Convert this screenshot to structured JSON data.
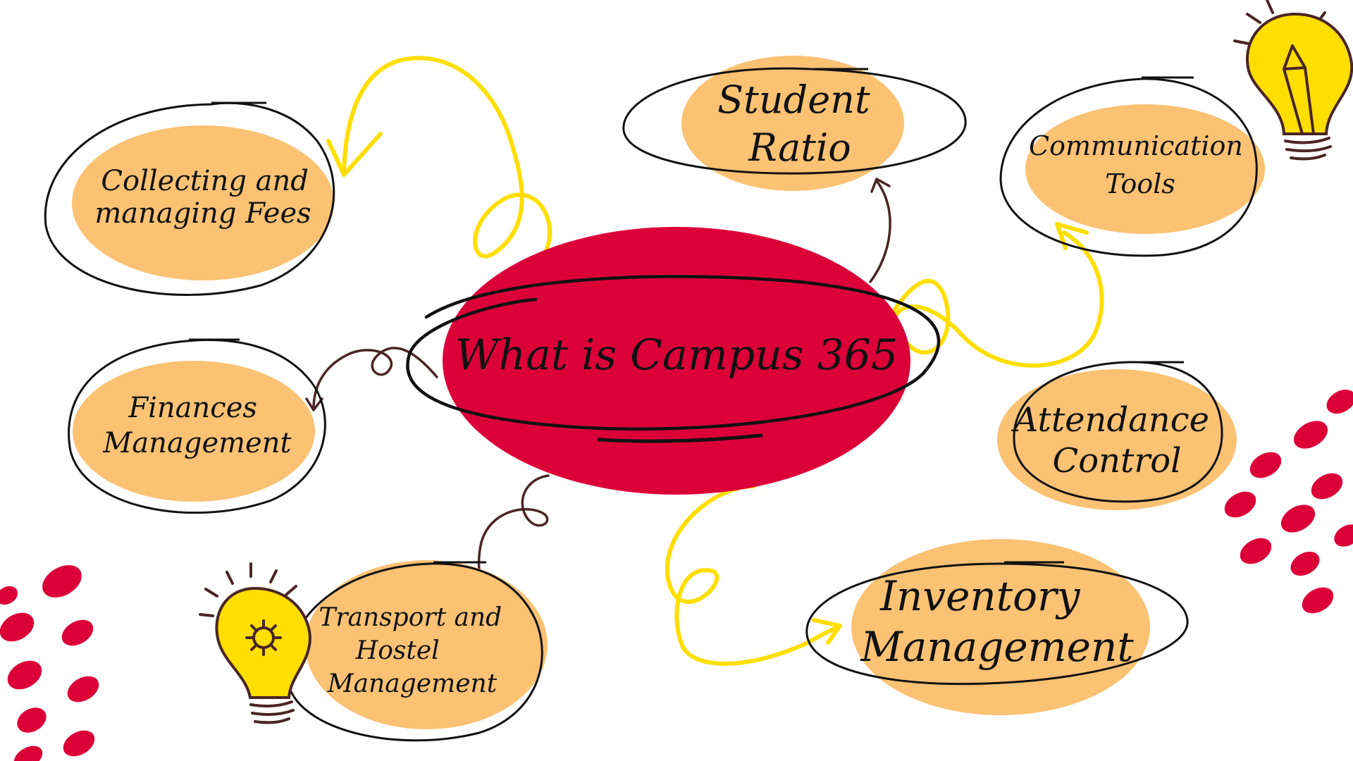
{
  "title": "What is Campus 365",
  "nodes": {
    "fees": [
      "Collecting and",
      "managing Fees"
    ],
    "finances": [
      "Finances",
      "Management"
    ],
    "transport": [
      "Transport and",
      "Hostel",
      "Management"
    ],
    "student_ratio": [
      "Student",
      "Ratio"
    ],
    "communication": [
      "Communication",
      "Tools"
    ],
    "attendance": [
      "Attendance",
      "Control"
    ],
    "inventory": [
      "Inventory",
      "Management"
    ]
  },
  "colors": {
    "center_fill": "#dc0039",
    "node_fill": "#fbc274",
    "yellow_arrow": "#ffde00",
    "brown_arrow": "#4a2525",
    "outline": "#111111",
    "dots": "#dc0039"
  },
  "icons": [
    "lightbulb-pencil-icon",
    "lightbulb-gear-icon"
  ]
}
